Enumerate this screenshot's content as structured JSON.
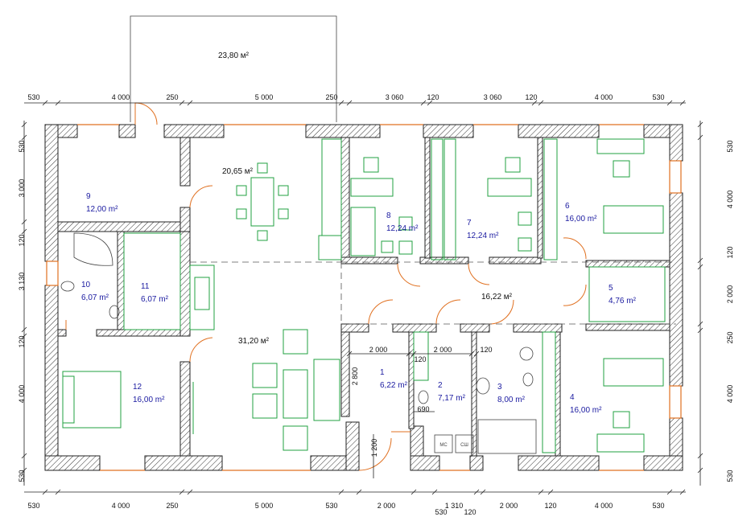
{
  "terrace": {
    "area": "23,80 м²"
  },
  "rooms": [
    {
      "num": "1",
      "area": "6,22 m²"
    },
    {
      "num": "2",
      "area": "7,17 m²"
    },
    {
      "num": "3",
      "area": "8,00 m²"
    },
    {
      "num": "4",
      "area": "16,00 m²"
    },
    {
      "num": "5",
      "area": "4,76 m²"
    },
    {
      "num": "6",
      "area": "16,00 m²"
    },
    {
      "num": "7",
      "area": "12,24 m²"
    },
    {
      "num": "8",
      "area": "12,24 m²"
    },
    {
      "num": "9",
      "area": "12,00 m²"
    },
    {
      "num": "10",
      "area": "6,07 m²"
    },
    {
      "num": "11",
      "area": "6,07 m²"
    },
    {
      "num": "12",
      "area": "16,00 m²"
    }
  ],
  "unnumbered_areas": {
    "kitchen": "20,65 м²",
    "living": "31,20 м²",
    "corridor": "16,22 м²"
  },
  "dims_top": [
    "530",
    "4 000",
    "250",
    "5 000",
    "250",
    "3 060",
    "120",
    "3 060",
    "120",
    "4 000",
    "530"
  ],
  "dims_bottom": [
    "530",
    "4 000",
    "250",
    "5 000",
    "530",
    "2 000",
    "1 310",
    "530",
    "120",
    "2 000",
    "120",
    "4 000",
    "530"
  ],
  "dims_left": [
    "530",
    "3 000",
    "120",
    "3 130",
    "120",
    "4 000",
    "530"
  ],
  "dims_right": [
    "530",
    "4 000",
    "120",
    "2 000",
    "250",
    "4 000",
    "530"
  ],
  "dims_inner": [
    "2 000",
    "120",
    "2 000",
    "120",
    "2 800",
    "690",
    "1 200"
  ],
  "fixture_labels": {
    "washer": "МС",
    "dryer": "СШ"
  }
}
